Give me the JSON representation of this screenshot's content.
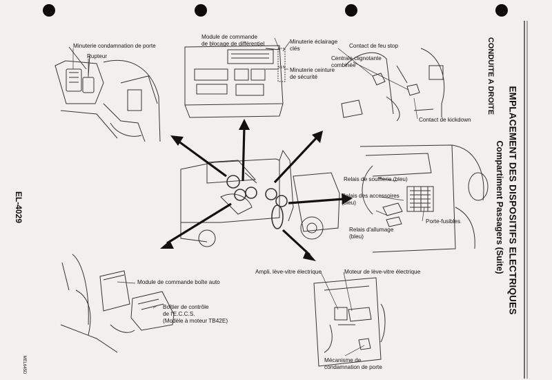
{
  "header": {
    "title": "EMPLACEMENT DES DISPOSITIFS ELECTRIQUES",
    "subtitle": "Compartiment Passagers (Suite)",
    "side_tag": "CONDUITE A DROITE",
    "page_code": "EL-4029",
    "ref_code": "MEL645D"
  },
  "labels": {
    "minuterie_porte": "Minuterie condamnation de porte",
    "rupteur": "Rupteur",
    "module_blocage_1": "Module de commande",
    "module_blocage_2": "de blocage de différentiel",
    "minuterie_eclairage_1": "Minuterie éclairage",
    "minuterie_eclairage_2": "clés",
    "minuterie_ceinture_1": "Minuterie ceinture",
    "minuterie_ceinture_2": "de sécurité",
    "contact_feu_stop": "Contact de feu stop",
    "centrale_1": "Centrale clignotante",
    "centrale_2": "combinée",
    "contact_kickdown": "Contact de kickdown",
    "relais_soufflerie": "Relais de soufflerie (bleu)",
    "relais_accessoires_1": "Relais des accessoires",
    "relais_accessoires_2": "(bleu)",
    "relais_allumage_1": "Relais d'allumage",
    "relais_allumage_2": "(bleu)",
    "porte_fusibles": "Porte-fusibles",
    "module_boite_auto": "Module de commande boîte auto",
    "boitier_eccs_1": "Boîtier de contrôle",
    "boitier_eccs_2": "de l'E.C.C.S.",
    "boitier_eccs_3": "(Modèle à moteur TB42E)",
    "ampli_leve_vitre": "Ampli. lève-vitre électrique",
    "moteur_leve_vitre": "Moteur de lève-vitre électrique",
    "mecanisme_1": "Mécanisme de",
    "mecanisme_2": "condamnation de porte"
  }
}
